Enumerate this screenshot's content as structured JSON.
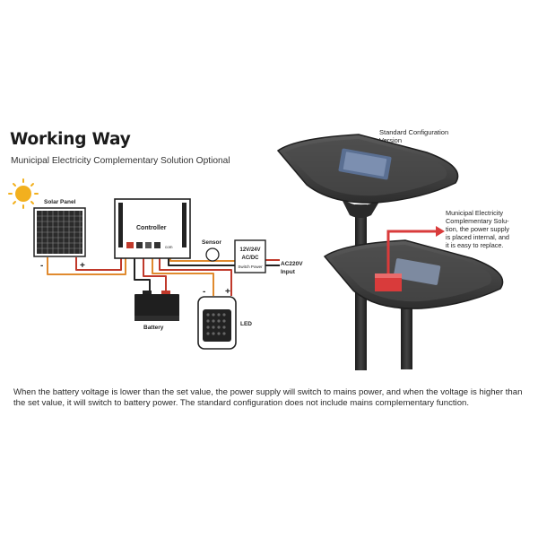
{
  "title": "Working Way",
  "subtitle": "Municipal Electricity Complementary Solution Optional",
  "labels": {
    "solar_panel": "Solar Panel",
    "controller": "Controller",
    "controller_brand": "com",
    "sensor": "Sensor",
    "switch_line1": "12V/24V",
    "switch_line2": "AC/DC",
    "switch_line3": "Switch Power",
    "ac_line1": "AC220V",
    "ac_line2": "Input",
    "battery": "Battery",
    "led": "LED",
    "minus": "-",
    "plus": "+"
  },
  "standard_config": {
    "line1": "Standard Configuration",
    "line2": "Version"
  },
  "municipal_note": {
    "lines": [
      "Municipal Electricity",
      "Complementary Solu-",
      "tion, the power supply",
      "is placed internal, and",
      "it is easy to replace."
    ]
  },
  "caption": "When the battery voltage is lower than the set value, the power supply will switch to mains power, and when the voltage is higher than the set value, it will switch to battery power. The standard configuration does not include mains complementary function.",
  "colors": {
    "wire_orange": "#e08a2e",
    "wire_red": "#c0392b",
    "wire_black": "#222222",
    "accent_red": "#d93b3b",
    "sun": "#f2b01e",
    "lamp_dark": "#3a3a3a"
  }
}
